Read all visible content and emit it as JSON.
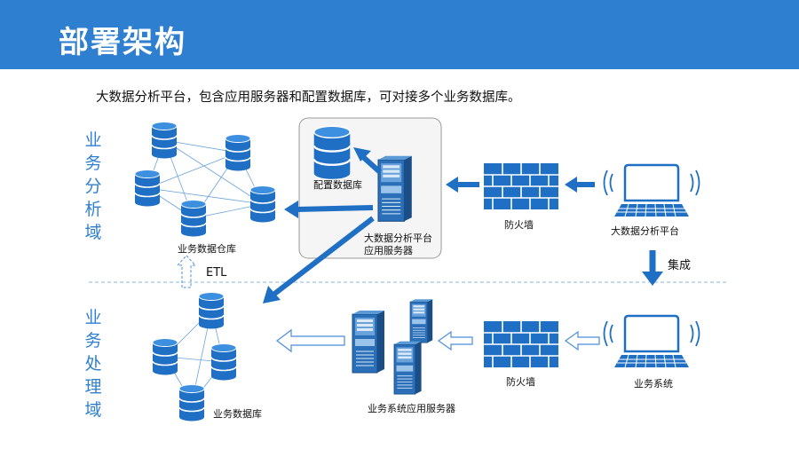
{
  "header": {
    "title": "部署架构"
  },
  "subtitle": "大数据分析平台，包含应用服务器和配置数据库，可对接多个业务数据库。",
  "domains": {
    "analysis": "业务分析域",
    "processing": "业务处理域"
  },
  "labels": {
    "warehouse": "业务数据仓库",
    "config_db": "配置数据库",
    "app_server": [
      "大数据分析平台",
      "应用服务器"
    ],
    "firewall_top": "防火墙",
    "bigdata_platform": "大数据分析平台",
    "integration": "集成",
    "etl": "ETL",
    "business_db": "业务数据库",
    "business_servers": "业务系统应用服务器",
    "firewall_bottom": "防火墙",
    "business_system": "业务系统"
  },
  "colors": {
    "accent": "#2f7fd0",
    "icon": "#1f6fc4",
    "divider": "#8ab6e0"
  }
}
